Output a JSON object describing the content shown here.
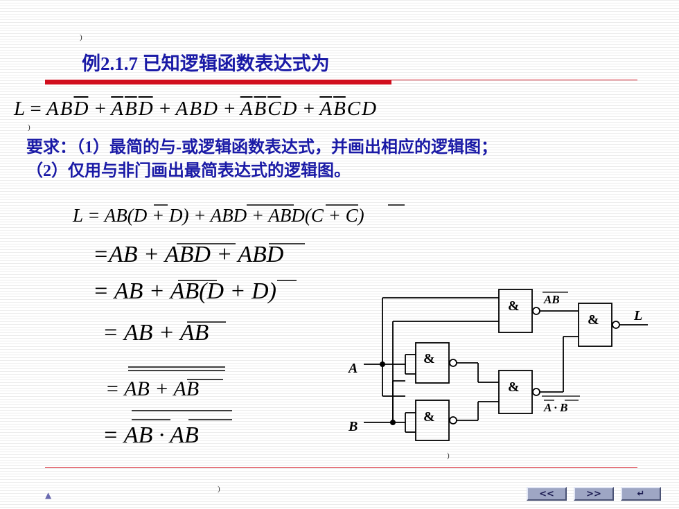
{
  "title": "例2.1.7    已知逻辑函数表达式为",
  "requirement": {
    "line1": "要求：（1）最简的与-或逻辑函数表达式，并画出相应的逻辑图；",
    "line2": "（2）仅用与非门画出最简表达式的逻辑图。"
  },
  "given_expression": {
    "lhs": "L",
    "eq": " = ",
    "terms": [
      {
        "parts": [
          [
            "A",
            0
          ],
          [
            "B",
            0
          ],
          [
            "D",
            1
          ]
        ]
      },
      {
        "parts": [
          [
            "A",
            1
          ],
          [
            "B",
            1
          ],
          [
            "D",
            1
          ]
        ]
      },
      {
        "parts": [
          [
            "A",
            0
          ],
          [
            "B",
            0
          ],
          [
            "D",
            0
          ]
        ]
      },
      {
        "parts": [
          [
            "A",
            1
          ],
          [
            "B",
            1
          ],
          [
            "C",
            1
          ],
          [
            "D",
            0
          ]
        ]
      },
      {
        "parts": [
          [
            "A",
            1
          ],
          [
            "B",
            1
          ],
          [
            "C",
            0
          ],
          [
            "D",
            0
          ]
        ]
      }
    ]
  },
  "derivation": [
    "L = AB(D + D) + ABD + ABD(C + C)",
    "=AB + ABD + ABD",
    "= AB + AB(D + D)",
    "= AB + AB",
    "= AB + AB",
    "= AB · AB"
  ],
  "circuit": {
    "input_a": "A",
    "input_b": "B",
    "gate_symbol": "&",
    "output": "L",
    "label_nand_ab": "AB",
    "label_nand_anbn": "A · B"
  },
  "stray_marks": [
    ")",
    ")",
    ")",
    ")",
    ")"
  ],
  "nav": {
    "prev": "<<",
    "next": ">>",
    "return": "↵"
  },
  "colors": {
    "title": "#1a1aa6",
    "accent_red": "#d10e1d",
    "nav_button": "#9ea6c4"
  }
}
